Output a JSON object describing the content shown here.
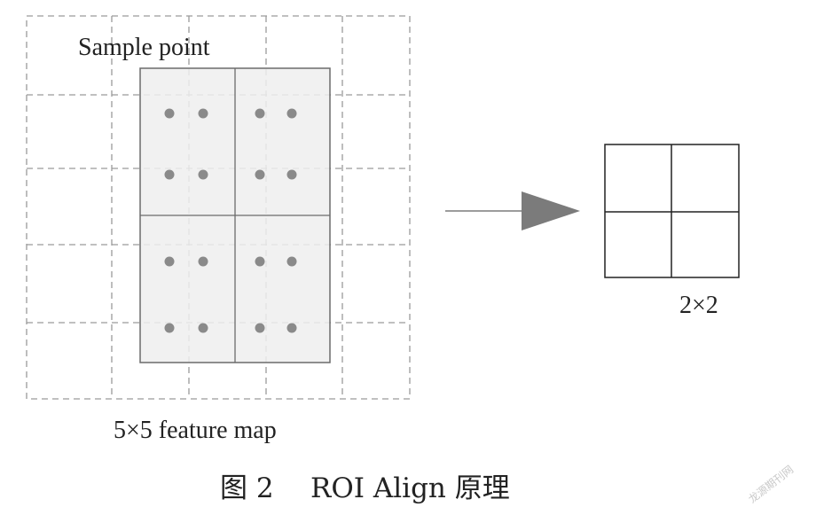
{
  "roi_align_diagram": {
    "sample_point_label": "Sample point",
    "feature_map_label": "5×5 feature map",
    "output_label": "2×2",
    "caption": {
      "figure_number": "图 2",
      "title": "ROI Align 原理"
    },
    "watermark": "龙源期刊网",
    "feature_map_grid": {
      "rows": 5,
      "cols": 5
    },
    "roi_bins": {
      "rows": 2,
      "cols": 2
    },
    "samples_per_bin": {
      "rows": 2,
      "cols": 2
    },
    "output_grid": {
      "rows": 2,
      "cols": 2
    },
    "colors": {
      "grid_dashed": "#9a9a9a",
      "roi_fill": "#eeeeef",
      "roi_border": "#6b6b6b",
      "sample_point": "#8a8a8a",
      "arrow": "#7b7b7b",
      "output_border": "#222222",
      "text": "#222222"
    }
  }
}
